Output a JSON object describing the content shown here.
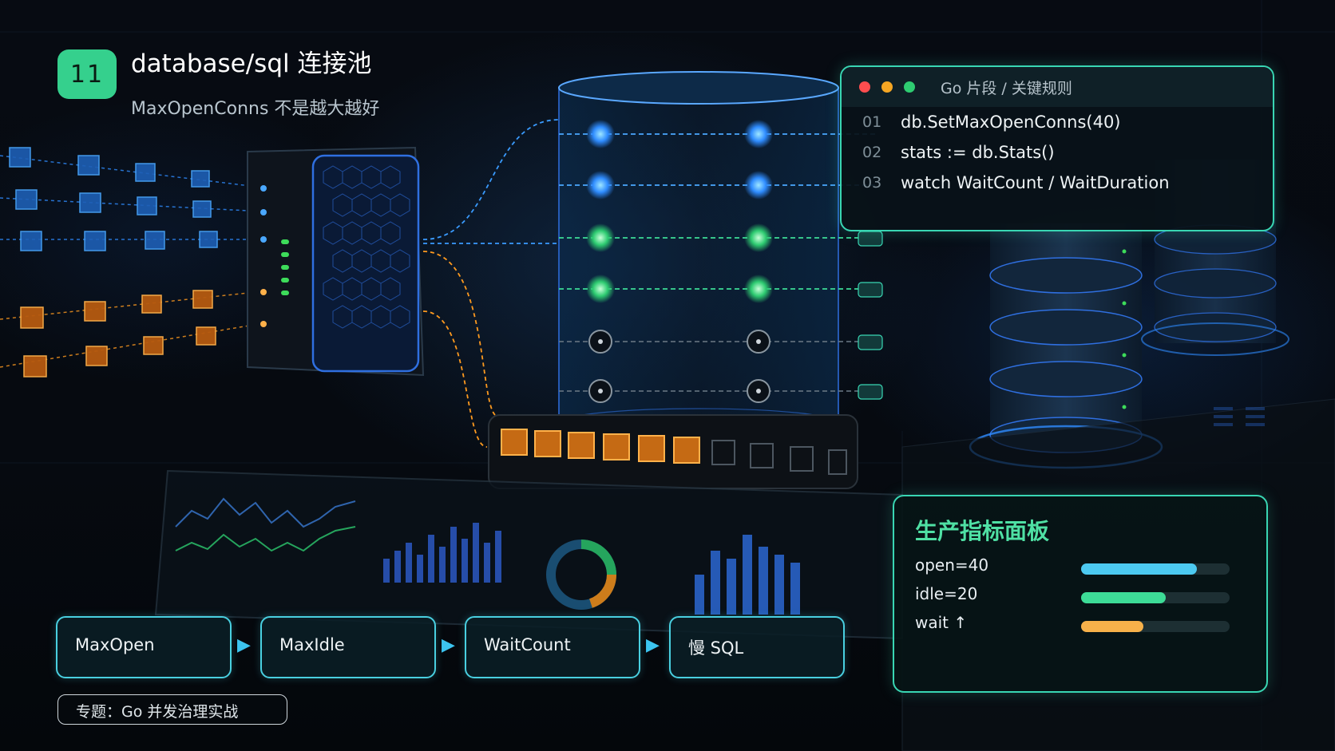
{
  "header": {
    "number": "11",
    "title": "database/sql 连接池",
    "subtitle": "MaxOpenConns 不是越大越好"
  },
  "code_panel": {
    "title": "Go 片段 / 关键规则",
    "lines": [
      {
        "num": "01",
        "code": "db.SetMaxOpenConns(40)"
      },
      {
        "num": "02",
        "code": "stats := db.Stats()"
      },
      {
        "num": "03",
        "code": "watch WaitCount / WaitDuration"
      }
    ],
    "dot_colors": [
      "#ff4d4f",
      "#f5a623",
      "#2ecc71"
    ]
  },
  "metrics": {
    "title": "生产指标面板",
    "rows": [
      {
        "label": "open=40",
        "level": 0.78,
        "color": "#4cc9f0"
      },
      {
        "label": "idle=20",
        "level": 0.57,
        "color": "#3ddc97"
      },
      {
        "label": "wait ↑",
        "level": 0.42,
        "color": "#f7b14a"
      }
    ]
  },
  "flow": {
    "steps": [
      "MaxOpen",
      "MaxIdle",
      "WaitCount",
      "慢 SQL"
    ],
    "arrow_icon": "arrow-right-icon"
  },
  "topic": "专题：Go 并发治理实战",
  "colors": {
    "accent_green": "#35d08d",
    "panel_border": "#39d6b3",
    "flow_border": "#49cfe0",
    "blue_conn": "#2f8cff",
    "orange_conn": "#ff9a1f"
  }
}
